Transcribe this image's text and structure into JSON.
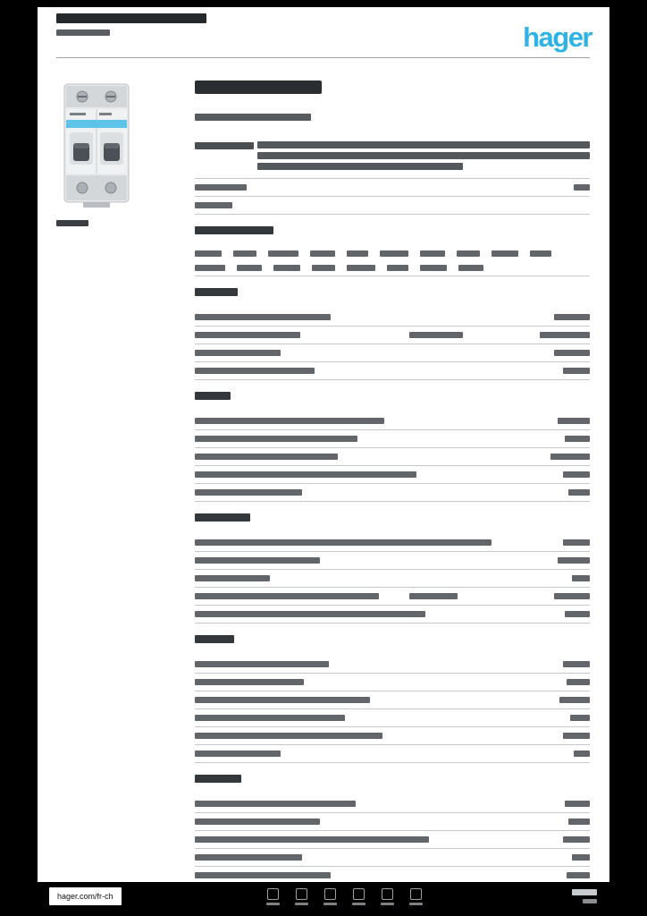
{
  "colors": {
    "logo_blue": "#2fb2e6",
    "stripe_blue": "#5ec3e8",
    "paper": "#ffffff",
    "margin_black": "#000000",
    "text_bar": "#62666b",
    "text_bar_dark": "#34383c",
    "divider": "#c6c9cc"
  },
  "header": {
    "logo_text": "hager",
    "title_lines": [
      {
        "w": 168,
        "h": 11,
        "tone": "dark"
      },
      {
        "w": 60,
        "h": 7,
        "tone": "mid"
      }
    ]
  },
  "product": {
    "image_alt": "two-pole miniature circuit breaker product photo",
    "caption_w": 36
  },
  "main": {
    "heading_w": 142,
    "subheading_w": 130,
    "rows": [
      {
        "t": "para",
        "label": 66,
        "lines": [
          372,
          372,
          230
        ]
      },
      {
        "t": "kv",
        "label": 58,
        "value": 18
      },
      {
        "t": "kv",
        "label": 42,
        "value": 0
      },
      {
        "t": "sec",
        "w": 88
      },
      {
        "t": "head",
        "cols": [
          30,
          26,
          34,
          28,
          24,
          32,
          28,
          26,
          30,
          24
        ]
      },
      {
        "t": "head",
        "cols": [
          34,
          28,
          30,
          26,
          32,
          24,
          30,
          28
        ],
        "bb": 1
      },
      {
        "t": "sec",
        "w": 48
      },
      {
        "t": "kv",
        "label": 152,
        "value": 40
      },
      {
        "t": "kv",
        "label": 118,
        "value": 56,
        "mid": 60
      },
      {
        "t": "kv",
        "label": 96,
        "value": 40
      },
      {
        "t": "kv",
        "label": 134,
        "value": 30
      },
      {
        "t": "sec",
        "w": 40
      },
      {
        "t": "kv",
        "label": 212,
        "value": 36
      },
      {
        "t": "kv",
        "label": 182,
        "value": 28
      },
      {
        "t": "kv",
        "label": 160,
        "value": 44
      },
      {
        "t": "kv",
        "label": 248,
        "value": 30
      },
      {
        "t": "kv",
        "label": 120,
        "value": 24
      },
      {
        "t": "sec",
        "w": 62
      },
      {
        "t": "kv",
        "label": 332,
        "value": 30
      },
      {
        "t": "kv",
        "label": 140,
        "value": 36
      },
      {
        "t": "kv",
        "label": 84,
        "value": 20
      },
      {
        "t": "kv",
        "label": 206,
        "value": 40,
        "mid": 54
      },
      {
        "t": "kv",
        "label": 258,
        "value": 28
      },
      {
        "t": "sec",
        "w": 44
      },
      {
        "t": "kv",
        "label": 150,
        "value": 30
      },
      {
        "t": "kv",
        "label": 122,
        "value": 26
      },
      {
        "t": "kv",
        "label": 196,
        "value": 34
      },
      {
        "t": "kv",
        "label": 168,
        "value": 22
      },
      {
        "t": "kv",
        "label": 210,
        "value": 30
      },
      {
        "t": "kv",
        "label": 96,
        "value": 18
      },
      {
        "t": "sec",
        "w": 52
      },
      {
        "t": "kv",
        "label": 180,
        "value": 28
      },
      {
        "t": "kv",
        "label": 140,
        "value": 24
      },
      {
        "t": "kv",
        "label": 262,
        "value": 30
      },
      {
        "t": "kv",
        "label": 120,
        "value": 20
      },
      {
        "t": "kv",
        "label": 152,
        "value": 26
      },
      {
        "t": "kv",
        "label": 200,
        "value": 30
      },
      {
        "t": "kv",
        "label": 110,
        "value": 22
      },
      {
        "t": "kv",
        "label": 172,
        "value": 28
      }
    ]
  },
  "footer": {
    "link_label": "hager.com/fr-ch",
    "icons": [
      "footer-pictogram-1",
      "footer-pictogram-2",
      "footer-pictogram-3",
      "footer-pictogram-4",
      "footer-pictogram-5",
      "footer-pictogram-6"
    ],
    "page_bars": [
      28,
      16
    ]
  }
}
